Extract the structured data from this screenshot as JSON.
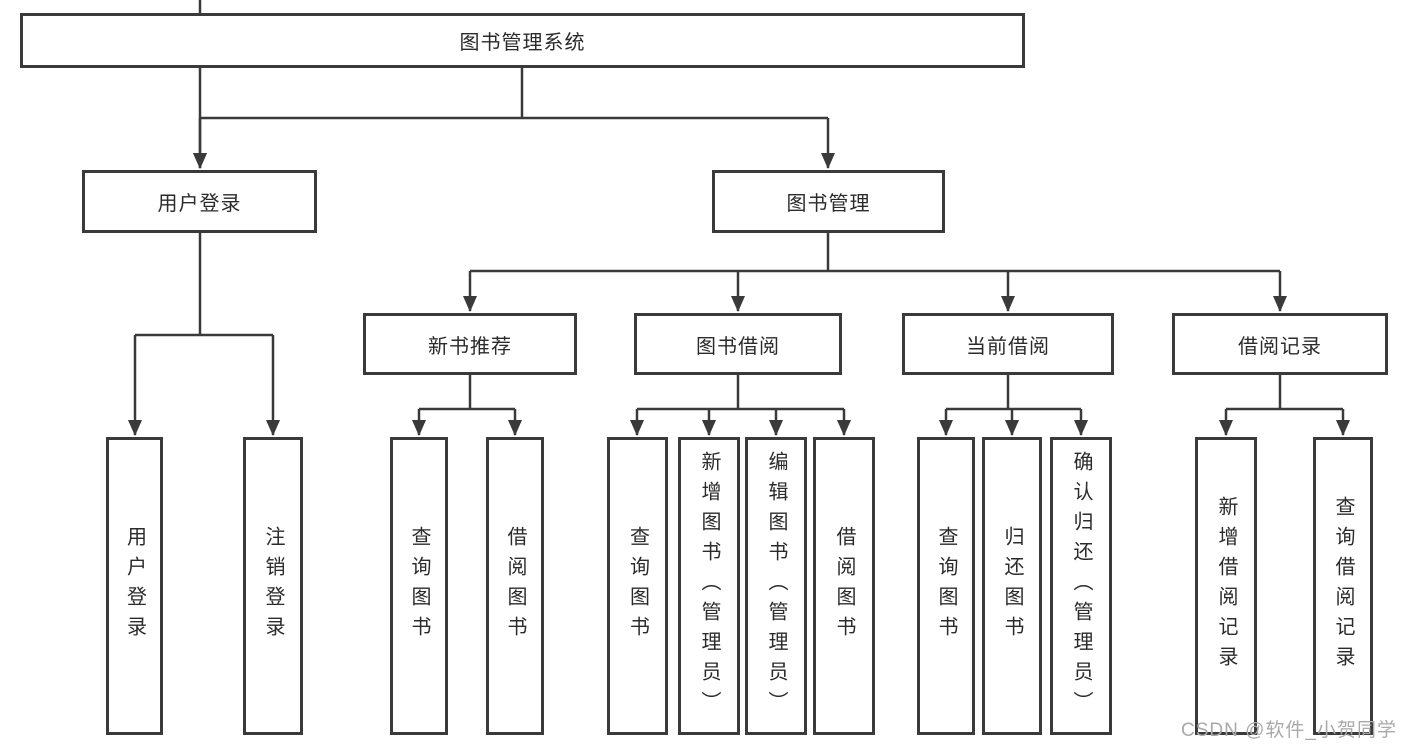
{
  "diagram_title": "图书管理系统",
  "tree": {
    "label": "图书管理系统",
    "children": [
      {
        "label": "用户登录",
        "children": [
          {
            "label": "用户登录"
          },
          {
            "label": "注销登录"
          }
        ]
      },
      {
        "label": "图书管理",
        "children": [
          {
            "label": "新书推荐",
            "children": [
              {
                "label": "查询图书"
              },
              {
                "label": "借阅图书"
              }
            ]
          },
          {
            "label": "图书借阅",
            "children": [
              {
                "label": "查询图书"
              },
              {
                "label": "新增图书（管理员）"
              },
              {
                "label": "编辑图书（管理员）"
              },
              {
                "label": "借阅图书"
              }
            ]
          },
          {
            "label": "当前借阅",
            "children": [
              {
                "label": "查询图书"
              },
              {
                "label": "归还图书"
              },
              {
                "label": "确认归还（管理员）"
              }
            ]
          },
          {
            "label": "借阅记录",
            "children": [
              {
                "label": "新增借阅记录"
              },
              {
                "label": "查询借阅记录"
              }
            ]
          }
        ]
      }
    ]
  },
  "watermark": "CSDN @软件_小贺同学",
  "colors": {
    "line": "#3a3a3a",
    "box_border": "#3a3a3a",
    "text": "#2b2b2b",
    "background": "#ffffff",
    "watermark": "#a9a9a9"
  }
}
